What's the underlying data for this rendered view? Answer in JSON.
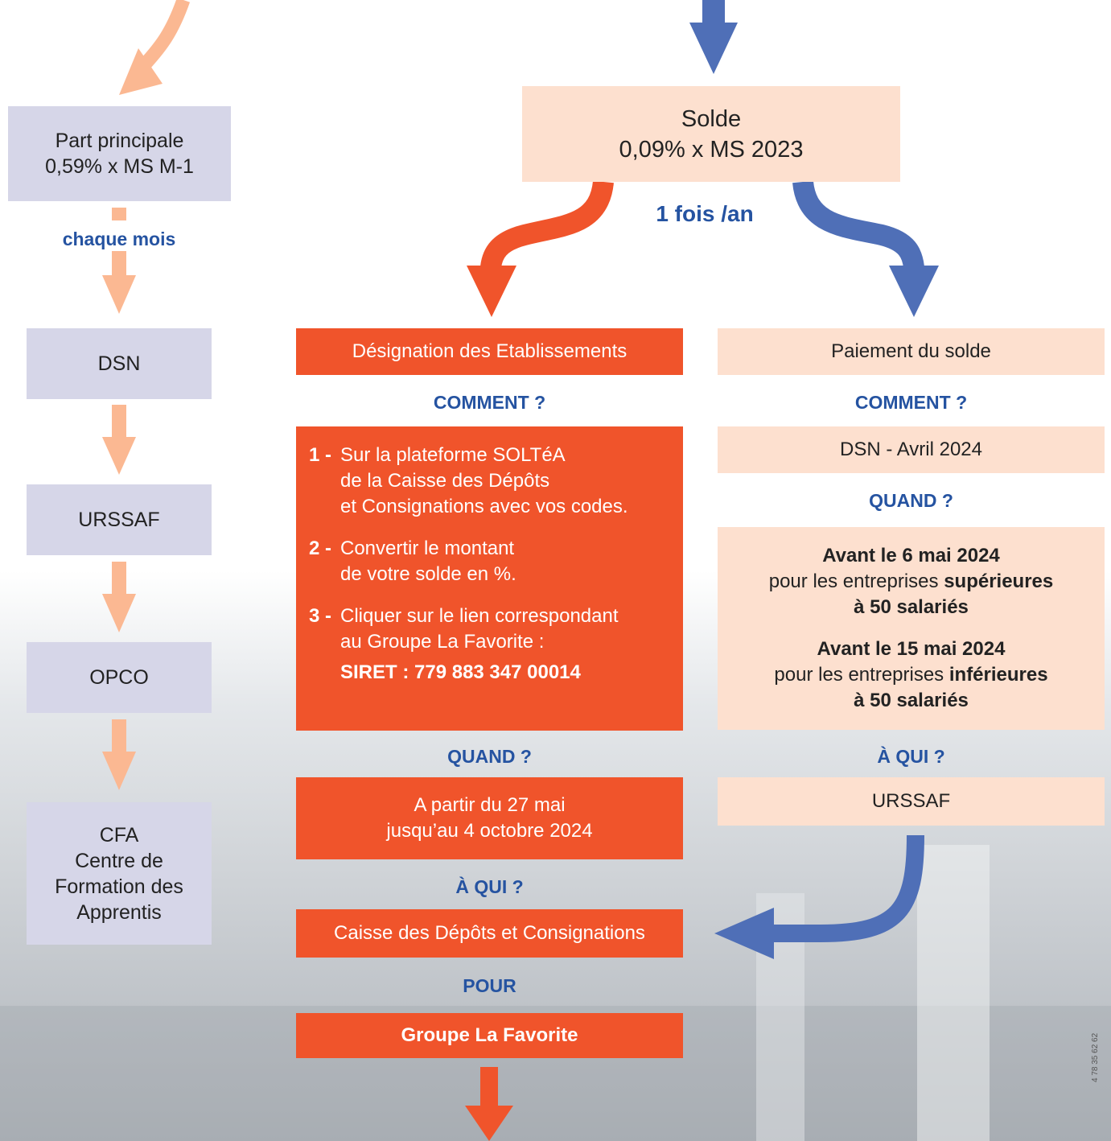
{
  "left": {
    "part_line1": "Part principale",
    "part_line2": "0,59% x MS M-1",
    "frequency": "chaque mois",
    "dsn": "DSN",
    "urssaf": "URSSAF",
    "opco": "OPCO",
    "cfa_line1": "CFA",
    "cfa_line2": "Centre de",
    "cfa_line3": "Formation des",
    "cfa_line4": "Apprentis"
  },
  "solde": {
    "title": "Solde",
    "formula": "0,09% x MS 2023",
    "frequency": "1 fois /an"
  },
  "designation": {
    "header": "Désignation des Etablissements",
    "comment_label": "COMMENT ?",
    "steps": [
      {
        "num": "1 -",
        "line1": "Sur la plateforme SOLTéA",
        "line2": "de la Caisse des Dépôts",
        "line3": "et Consignations avec vos codes."
      },
      {
        "num": "2 -",
        "line1": "Convertir le montant",
        "line2": "de votre solde en %."
      },
      {
        "num": "3 -",
        "line1": "Cliquer sur le lien correspondant",
        "line2": "au Groupe La Favorite :",
        "siret": "SIRET : 779 883 347 00014"
      }
    ],
    "quand_label": "QUAND ?",
    "quand_line1": "A partir du 27 mai",
    "quand_line2": "jusqu’au 4 octobre 2024",
    "aqui_label": "À QUI ?",
    "aqui_value": "Caisse des Dépôts et Consignations",
    "pour_label": "POUR",
    "pour_value": "Groupe La Favorite"
  },
  "paiement": {
    "header": "Paiement du solde",
    "comment_label": "COMMENT ?",
    "comment_value": "DSN - Avril 2024",
    "quand_label": "QUAND ?",
    "deadline1_bold": "Avant le 6 mai 2024",
    "deadline1_text": "pour les entreprises ",
    "deadline1_size": "supérieures",
    "deadline1_count": "à 50 salariés",
    "deadline2_bold": "Avant le 15 mai 2024",
    "deadline2_text": "pour les entreprises ",
    "deadline2_size": "inférieures",
    "deadline2_count": "à 50 salariés",
    "aqui_label": "À QUI ?",
    "aqui_value": "URSSAF"
  },
  "footer_ref": "4 78 35 62 62",
  "colors": {
    "orange": "#f0542b",
    "peach": "#fde0cf",
    "lavender": "#d6d6e8",
    "blue": "#4f6fb7",
    "light_orange_arrow": "#fbb892",
    "label_blue": "#2553a1"
  }
}
